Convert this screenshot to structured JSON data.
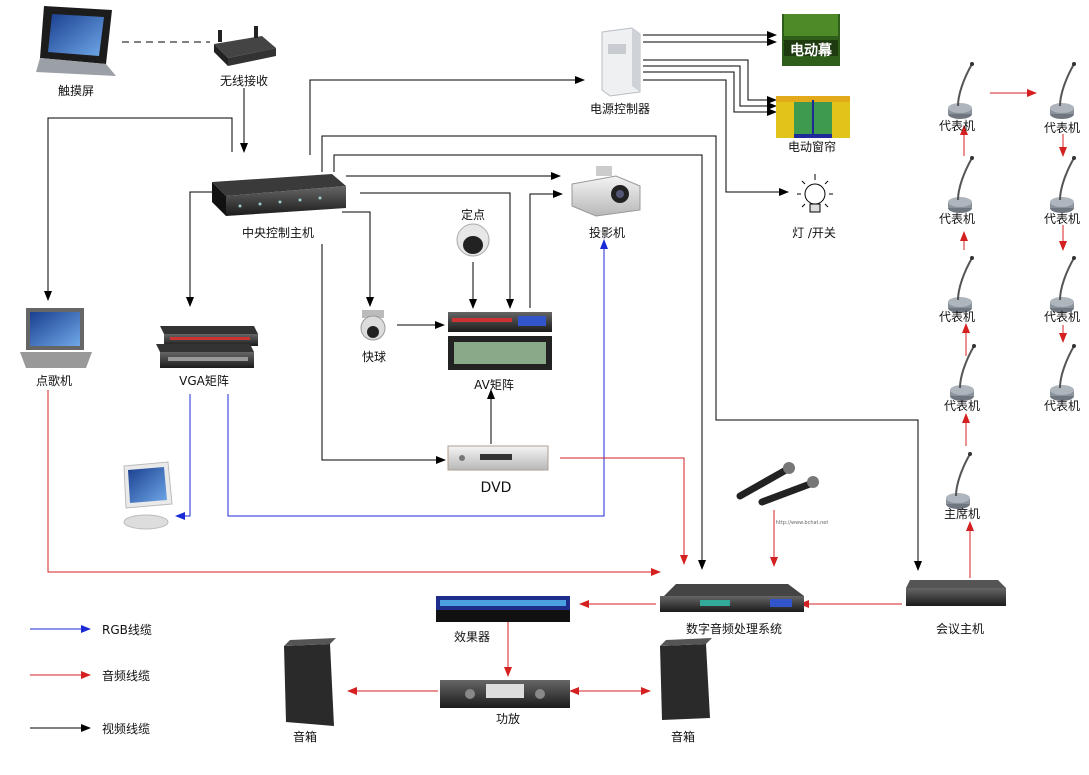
{
  "nodes": {
    "touch_screen": "触摸屏",
    "wireless_receiver": "无线接收",
    "power_controller": "电源控制器",
    "screen_device": "电动幕",
    "curtain": "电动窗帘",
    "light_switch": "灯 /开关",
    "central_controller": "中央控制主机",
    "fixed_camera": "定点",
    "projector": "投影机",
    "karaoke": "点歌机",
    "vga_matrix": "VGA矩阵",
    "speed_dome": "快球",
    "av_matrix": "AV矩阵",
    "dvd": "DVD",
    "dsp": "数字音频处理系统",
    "effects": "效果器",
    "amplifier": "功放",
    "speaker_left": "音箱",
    "speaker_right": "音箱",
    "conference_host": "会议主机",
    "chairman_unit": "主席机",
    "delegate_unit": "代表机",
    "screen_text": "电动幕",
    "mic_tiny_text": "http://www.bchat.net"
  },
  "legend": {
    "rgb": "RGB线缆",
    "audio": "音频线缆",
    "video": "视频线缆"
  },
  "colors": {
    "rgb": "#1a2bd6",
    "audio": "#d42020",
    "video": "#000000"
  }
}
